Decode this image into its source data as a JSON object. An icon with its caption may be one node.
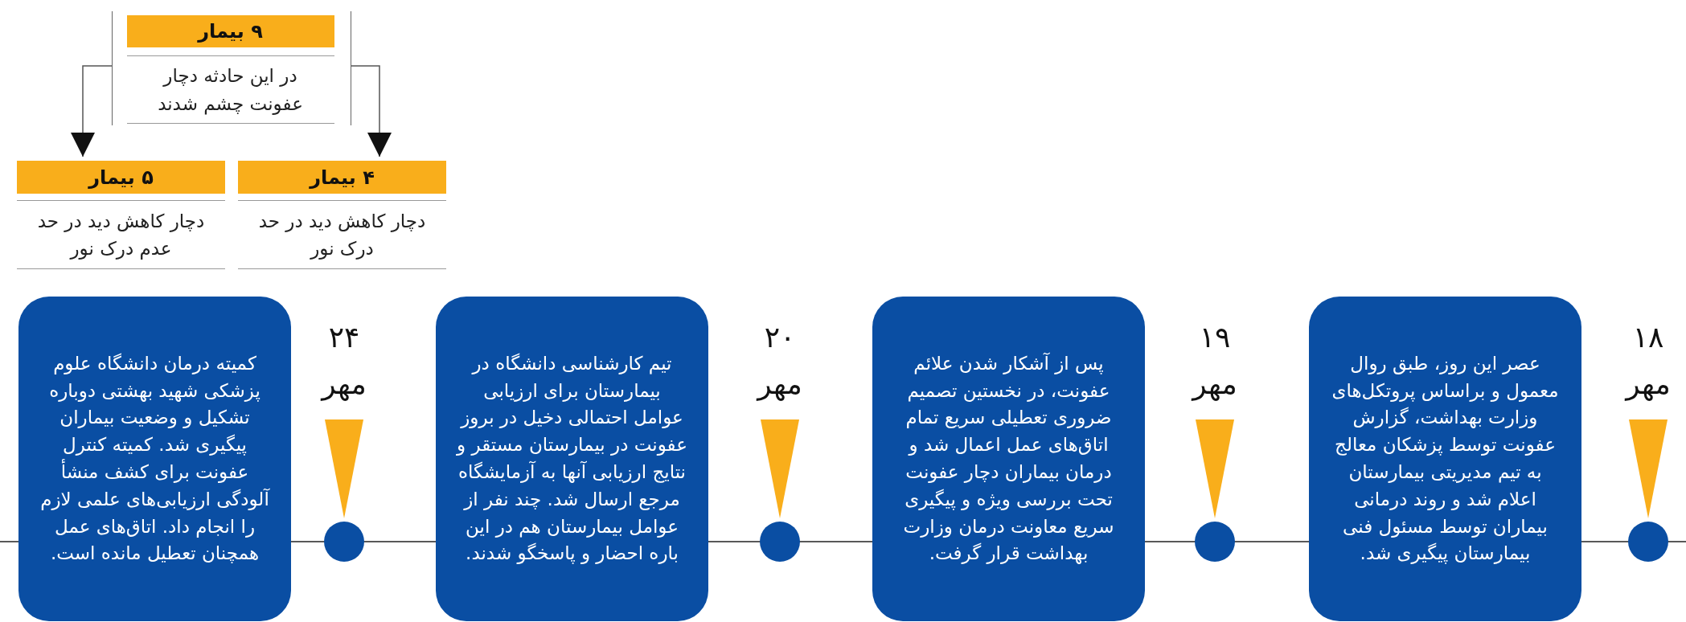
{
  "diagram": {
    "nodes": [
      {
        "text": [
          "۹ بیمار",
          "در این حادثه دچار عفونت چشم شدند"
        ]
      },
      {
        "text": [
          "۴ بیمار",
          "دچار کاهش دید در حد درک نور"
        ]
      },
      {
        "text": [
          "۵ بیمار",
          "دچار کاهش دید در حد عدم درک نور"
        ]
      },
      {
        "text": [
          "عصر این روز، طبق روال معمول و براساس پروتکل‌های وزارت بهداشت، گزارش عفونت توسط پزشکان معالج به تیم مدیریتی بیمارستان اعلام شد و روند درمانی بیماران توسط مسئول فنی بیمارستان پیگیری شد."
        ],
        "beside": [
          "۱۸ مهر"
        ]
      },
      {
        "text": [
          "پس از آشکار شدن علائم عفونت، در نخستین تصمیم ضروری تعطیلی سریع تمام اتاق‌های عمل اعمال شد و درمان بیماران دچار عفونت تحت بررسی ویژه و پیگیری سریع معاونت درمان وزارت بهداشت قرار گرفت."
        ],
        "beside": [
          "۱۹ مهر"
        ]
      },
      {
        "text": [
          "تیم کارشناسی دانشگاه در بیمارستان برای ارزیابی عوامل احتمالی دخیل در بروز عفونت در بیمارستان مستقر و نتایج ارزیابی آنها به آزمایشگاه مرجع ارسال شد. چند نفر از عوامل بیمارستان هم در این باره احضار و پاسخگو شدند."
        ],
        "beside": [
          "۲۰ مهر"
        ]
      },
      {
        "text": [
          "کمیته درمان دانشگاه علوم پزشکی شهید بهشتی دوباره تشکیل و وضعیت بیماران پیگیری شد. کمیته کنترل عفونت برای کشف منشأ آلودگی ارزیابی‌های علمی لازم را انجام داد. اتاق‌های عمل همچنان تعطیل مانده است."
        ],
        "beside": [
          "۲۴ مهر"
        ]
      }
    ],
    "edges": [
      {
        "from": 0,
        "to": 1,
        "arrow": "to"
      },
      {
        "from": 0,
        "to": 2,
        "arrow": "to"
      }
    ]
  }
}
